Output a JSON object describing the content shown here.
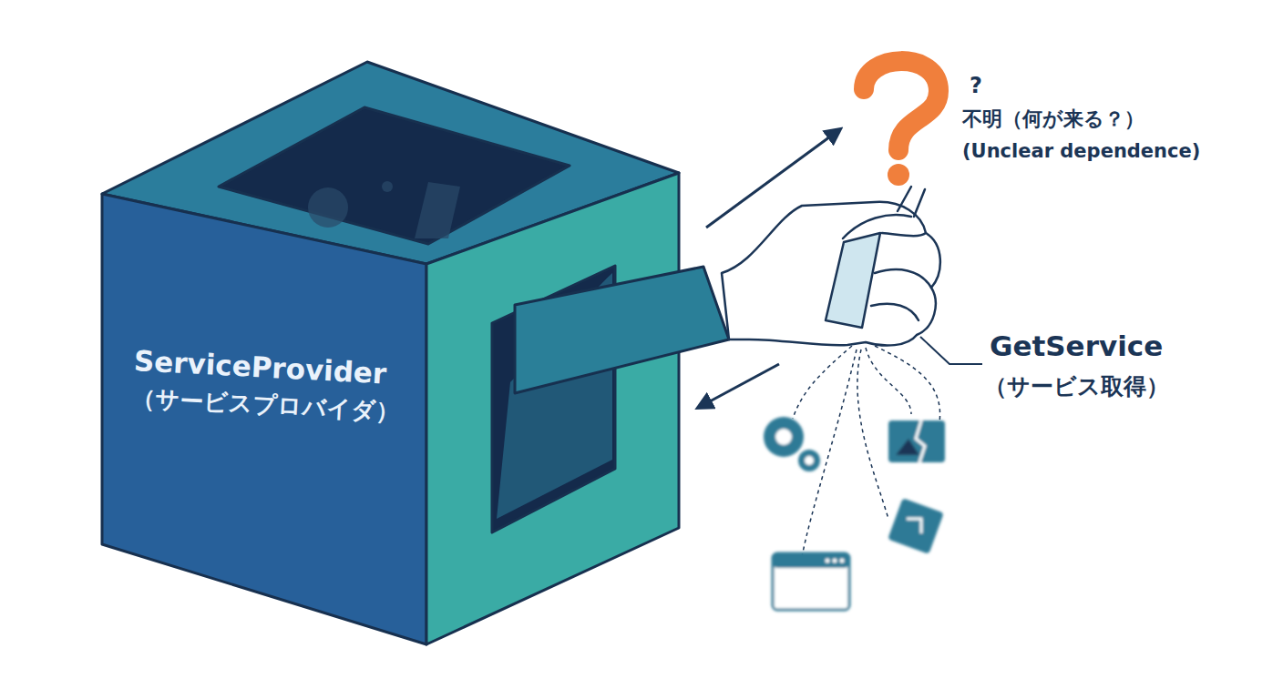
{
  "diagram": {
    "nodes": [
      {
        "text": [
          "ServiceProvider",
          "（サービスプロバイダ）"
        ]
      }
    ],
    "labels": [
      "?",
      "不明（何が来る？）",
      "(Unclear dependence)",
      "GetService",
      "（サービス取得）"
    ]
  }
}
